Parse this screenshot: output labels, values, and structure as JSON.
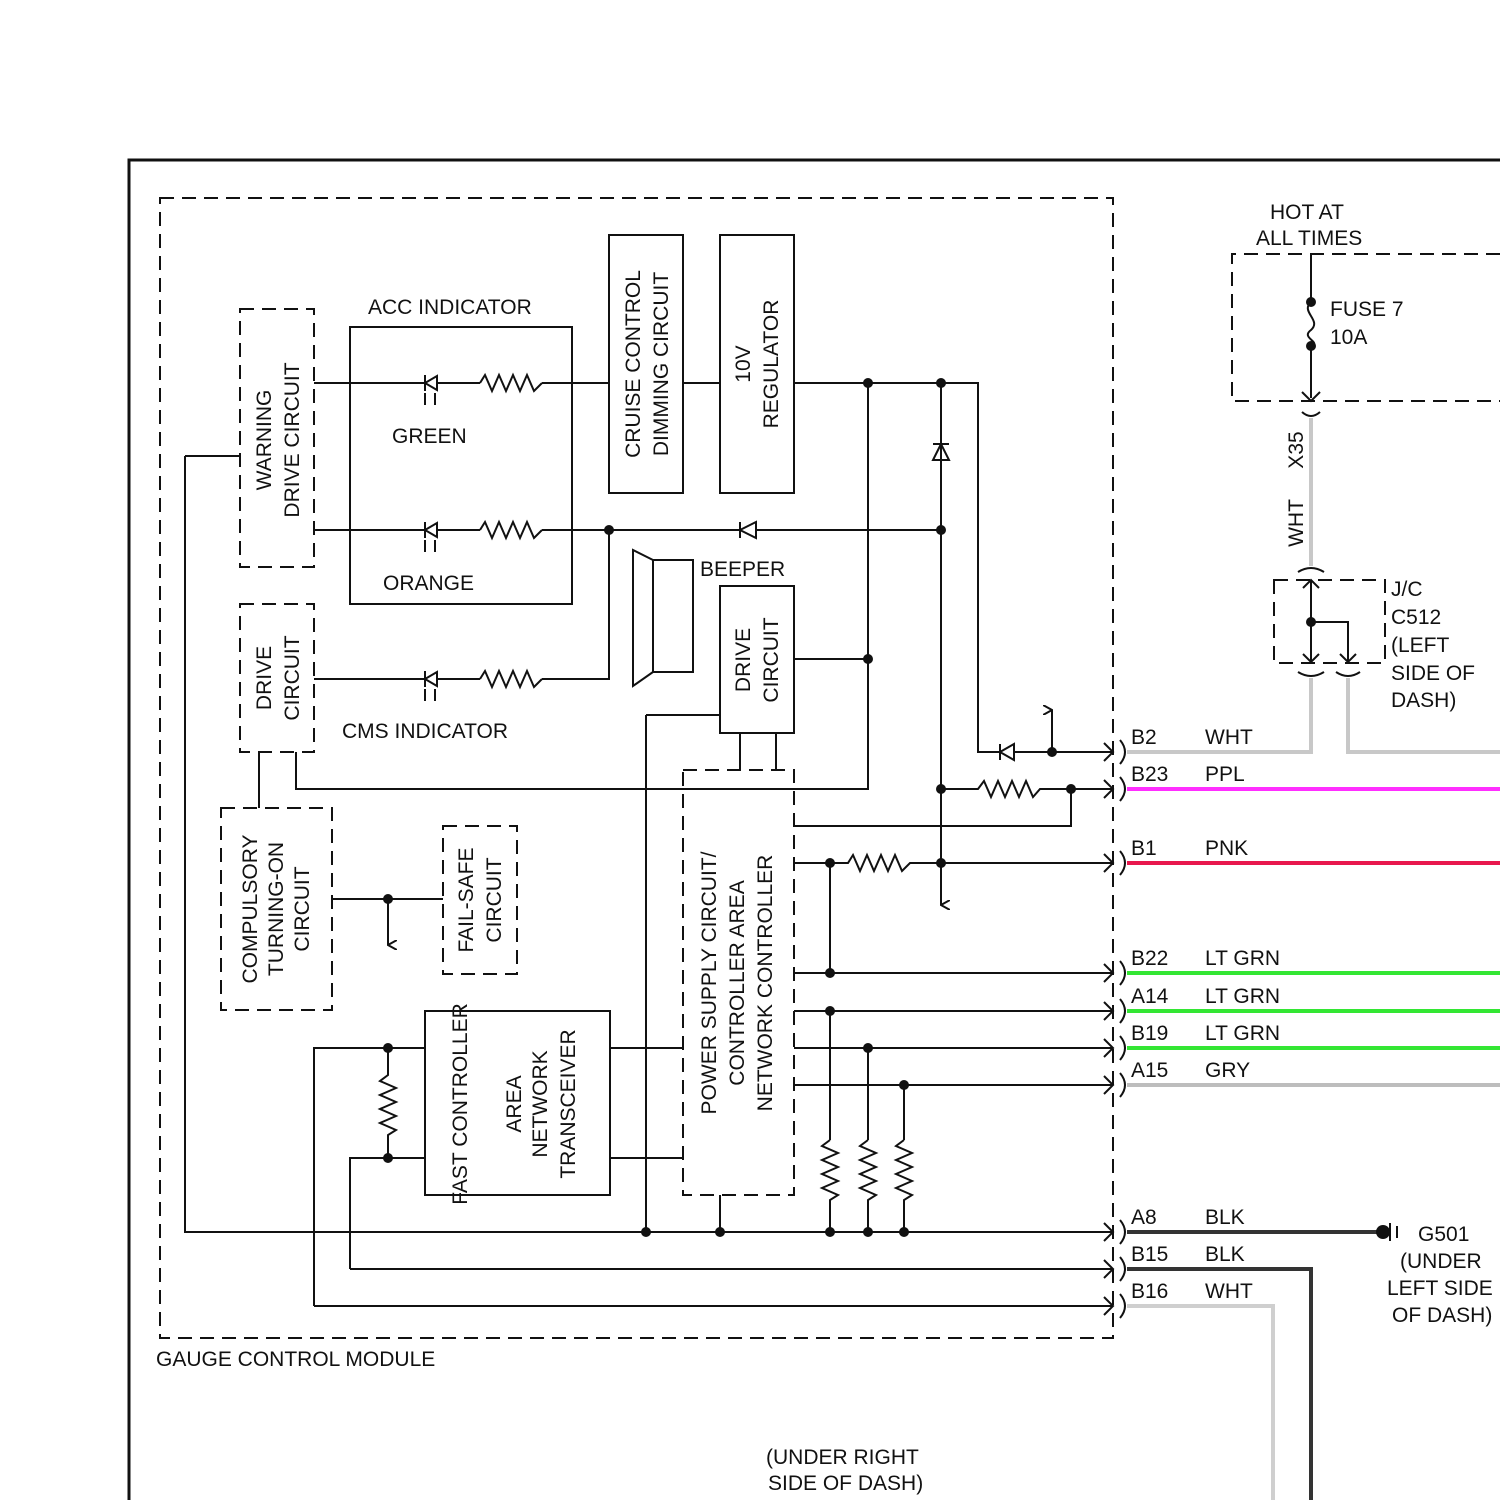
{
  "module": {
    "name": "GAUGE CONTROL MODULE",
    "warning_drive": [
      "WARNING",
      "DRIVE CIRCUIT"
    ],
    "acc_indicator": "ACC INDICATOR",
    "led_green": "GREEN",
    "led_orange": "ORANGE",
    "cruise_dimming": [
      "CRUISE CONTROL",
      "DIMMING CIRCUIT"
    ],
    "regulator": [
      "10V",
      "REGULATOR"
    ],
    "beeper": "BEEPER",
    "beeper_drive": [
      "DRIVE",
      "CIRCUIT"
    ],
    "cms_drive": [
      "DRIVE",
      "CIRCUIT"
    ],
    "cms_indicator": "CMS INDICATOR",
    "compulsory": [
      "COMPULSORY",
      "TURNING-ON",
      "CIRCUIT"
    ],
    "fail_safe": [
      "FAIL-SAFE",
      "CIRCUIT"
    ],
    "can_transceiver": [
      "FAST CONTROLLER",
      "AREA",
      "NETWORK",
      "TRANSCEIVER"
    ],
    "power_supply": [
      "POWER SUPPLY CIRCUIT/",
      "CONTROLLER AREA",
      "NETWORK CONTROLLER"
    ]
  },
  "power": {
    "hot_at": [
      "HOT AT",
      "ALL TIMES"
    ],
    "fuse": [
      "FUSE 7",
      "10A"
    ],
    "connector": "X35",
    "wire": "WHT",
    "junction": [
      "J/C",
      "C512",
      "(LEFT",
      "SIDE OF",
      "DASH)"
    ]
  },
  "pins": [
    {
      "pin": "B2",
      "wire": "WHT",
      "color": "#c8c8c8"
    },
    {
      "pin": "B23",
      "wire": "PPL",
      "color": "#ff2eff"
    },
    {
      "pin": "B1",
      "wire": "PNK",
      "color": "#e8174d"
    },
    {
      "pin": "B22",
      "wire": "LT GRN",
      "color": "#33e633"
    },
    {
      "pin": "A14",
      "wire": "LT GRN",
      "color": "#33e633"
    },
    {
      "pin": "B19",
      "wire": "LT GRN",
      "color": "#33e633"
    },
    {
      "pin": "A15",
      "wire": "GRY",
      "color": "#bdbdbd"
    },
    {
      "pin": "A8",
      "wire": "BLK",
      "color": "#333333"
    },
    {
      "pin": "B15",
      "wire": "BLK",
      "color": "#333333"
    },
    {
      "pin": "B16",
      "wire": "WHT",
      "color": "#cfcfcf"
    }
  ],
  "ground": {
    "name": "G501",
    "location": [
      "(UNDER",
      "LEFT SIDE",
      "OF DASH)"
    ]
  },
  "under_right": [
    "(UNDER RIGHT",
    "SIDE OF DASH)"
  ]
}
